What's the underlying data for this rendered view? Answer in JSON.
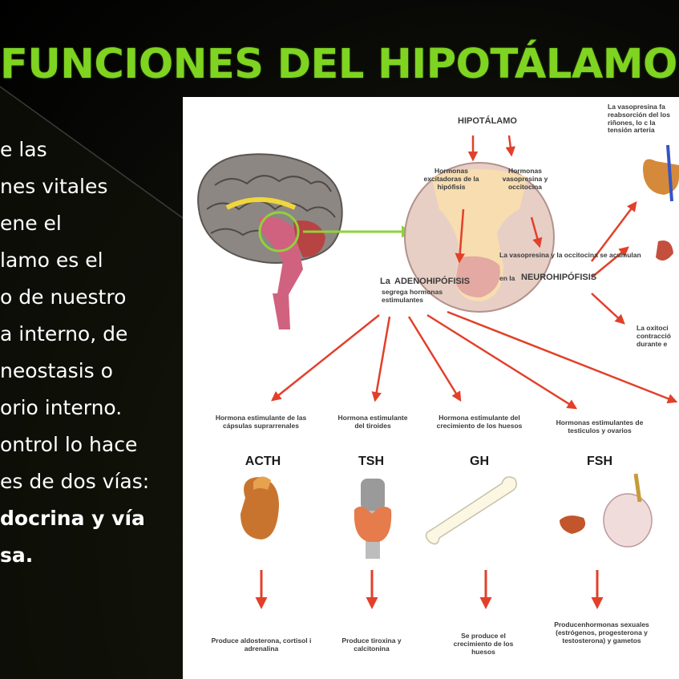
{
  "slide": {
    "title": "FUNCIONES DEL HIPOTÁLAMO",
    "body": [
      "e las",
      "nes vitales",
      "ene el",
      "lamo es el",
      "o de nuestro",
      "a interno, de",
      "neostasis o",
      "orio interno."
    ],
    "body2": [
      "ontrol lo hace",
      "es de dos vías:"
    ],
    "body2_bold": [
      "docrina y vía",
      "sa."
    ]
  },
  "diagram": {
    "hipotalamo": "HIPOTÁLAMO",
    "hormonas_excitadoras": "Hormonas excitadoras de la hipófisis",
    "hormonas_vasopresina": "Hormonas vasopresina y occitocina",
    "vasopresina_acumulan_1": "La vasopresina y la occitocina se acumulan",
    "vasopresina_acumulan_2": "en la",
    "neurohipofisis": "NEUROHIPÓFISIS",
    "adenohipofisis_1": "La",
    "adenohipofisis": "ADENOHIPÓFISIS",
    "adenohipofisis_2": "segrega hormonas estimulantes",
    "vasopresina_right": "La vasopresina fa reabsorción del los riñones, lo c la tensión arteria",
    "oxitocina_right": "La oxitoci contracció durante e",
    "targets": [
      {
        "desc": "Hormona estimulante de las cápsulas suprarrenales",
        "code": "ACTH",
        "effect": "Produce aldosterona, cortisol i adrenalina"
      },
      {
        "desc": "Hormona estimulante del tiroides",
        "code": "TSH",
        "effect": "Produce tiroxina y calcitonina"
      },
      {
        "desc": "Hormona estimulante del crecimiento de los huesos",
        "code": "GH",
        "effect": "Se produce el crecimiento de los huesos"
      },
      {
        "desc": "Hormonas estimulantes de testiculos y ovarios",
        "code": "FSH",
        "effect": "Producenhormonas sexuales (estrógenos, progesterona y testosterona) y gametos"
      }
    ]
  },
  "colors": {
    "title_green": "#7fd321",
    "arrow_red": "#e2402a",
    "diagram_bg": "#ffffff"
  }
}
